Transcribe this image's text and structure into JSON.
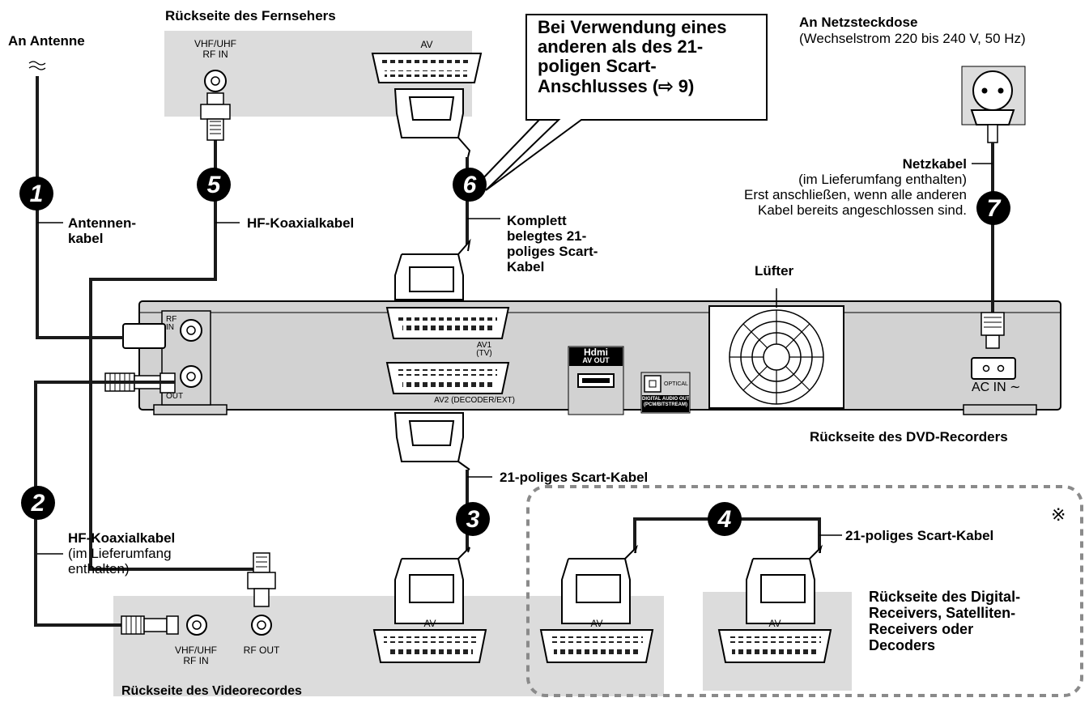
{
  "labels": {
    "antenna": "An Antenne",
    "tv_back": "Rückseite des Fernsehers",
    "callout": [
      "Bei Verwendung eines",
      "anderen als des 21-",
      "poligen Scart-",
      "Anschlusses (⇨ 9)"
    ],
    "mains_title": "An Netzsteckdose",
    "mains_spec": "(Wechselstrom 220 bis 240 V, 50 Hz)",
    "power_cable_title": "Netzkabel",
    "power_cable_lines": [
      "(im Lieferumfang enthalten)",
      "Erst anschließen, wenn alle anderen",
      "Kabel bereits angeschlossen sind."
    ],
    "antenna_cable": [
      "Antennen-",
      "kabel"
    ],
    "rf_coax_top": "HF-Koaxialkabel",
    "scart_full": [
      "Komplett",
      "belegtes 21-",
      "poliges Scart-",
      "Kabel"
    ],
    "fan": "Lüfter",
    "dvd_back": "Rückseite des DVD-Recorders",
    "scart_cable_3": "21-poliges Scart-Kabel",
    "scart_cable_4": "21-poliges Scart-Kabel",
    "rf_coax_bottom_title": "HF-Koaxialkabel",
    "rf_coax_bottom_lines": [
      "(im Lieferumfang",
      "enthalten)"
    ],
    "vcr_back": "Rückseite des Videorecordes",
    "receiver_back": [
      "Rückseite des Digital-",
      "Receivers, Satelliten-",
      "Receivers oder",
      "Decoders"
    ],
    "note_mark": "※"
  },
  "port_labels": {
    "tv_rf_in": [
      "VHF/UHF",
      "RF IN"
    ],
    "tv_av": "AV",
    "rec_rf_in": [
      "RF",
      "IN"
    ],
    "rec_rf_out": "OUT",
    "rec_av1": [
      "AV1",
      "(TV)"
    ],
    "rec_av2": "AV2 (DECODER/EXT)",
    "hdmi_logo": "Hdmi",
    "hdmi_out": "AV OUT",
    "optical": "OPTICAL",
    "digital_audio": [
      "DIGITAL AUDIO OUT",
      "(PCM/BITSTREAM)"
    ],
    "ac_in": "AC IN ∼",
    "vcr_rf_in": [
      "VHF/UHF",
      "RF IN"
    ],
    "vcr_rf_out": "RF OUT",
    "vcr_av": "AV",
    "ext_av1": "AV",
    "ext_av2": "AV"
  },
  "steps": [
    "1",
    "2",
    "3",
    "4",
    "5",
    "6",
    "7"
  ],
  "colors": {
    "panel": "#dcdcdc",
    "device": "#d2d2d2",
    "cable": "#1a1a1a",
    "dash": "#8a8a8a"
  }
}
